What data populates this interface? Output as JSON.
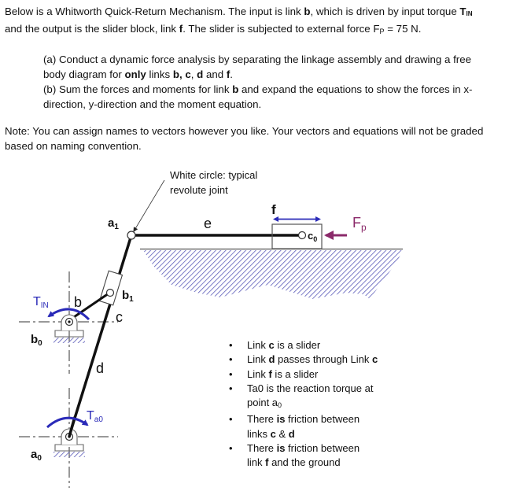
{
  "problem": {
    "intro_line1_a": "Below is a Whitworth Quick-Return Mechanism.  The input is link ",
    "intro_line1_b": "b",
    "intro_line1_c": ", which is driven by input torque ",
    "intro_line1_torque": "T",
    "intro_line1_torque_sub": "IN",
    "intro_line2_a": "and the output is the slider block, link ",
    "intro_line2_b": "f",
    "intro_line2_c": ".  The slider is subjected to external force F",
    "intro_line2_sub": "P",
    "intro_line2_d": " = 75 N.",
    "external_force_value": "75 N"
  },
  "parts": {
    "a_line1": "(a) Conduct a dynamic force analysis by separating the linkage assembly and drawing a free",
    "a_line2_a": "body diagram for ",
    "a_line2_only": "only",
    "a_line2_b": " links ",
    "a_line2_links1": "b, c",
    "a_line2_comma": ", ",
    "a_line2_d": "d",
    "a_line2_and": " and ",
    "a_line2_f": "f",
    "a_line2_end": ".",
    "b_line1_a": "(b) Sum the forces and moments for link ",
    "b_line1_b": "b",
    "b_line1_c": " and expand the equations to show the forces in x-",
    "b_line2": "direction, y-direction and the moment equation."
  },
  "note": {
    "line1": "Note: You can assign names to vectors however you like.  Your vectors and equations will not be graded",
    "line2": "based on naming convention."
  },
  "diagram": {
    "callout_line1": "White circle: typical",
    "callout_line2": "revolute joint",
    "labels": {
      "a1": "a",
      "a1_sub": "1",
      "e": "e",
      "f": "f",
      "c0": "c",
      "c0_sub": "0",
      "Fp": "F",
      "Fp_sub": "p",
      "b1": "b",
      "b1_sub": "1",
      "b": "b",
      "c": "c",
      "T_in": "T",
      "T_in_sub": "IN",
      "b0": "b",
      "b0_sub": "0",
      "d": "d",
      "T_a0": "T",
      "T_a0_sub": "a0",
      "a0": "a",
      "a0_sub": "0"
    },
    "colors": {
      "link": "#111111",
      "torque": "#2a2ab8",
      "force": "#8b2a6a",
      "hatch": "#5a5ab8",
      "motion_arrow": "#2a2ab8"
    }
  },
  "bullets": [
    {
      "pre": "Link ",
      "bold": "c",
      "post": " is a slider"
    },
    {
      "pre": "Link ",
      "bold": "d",
      "post": " passes through Link ",
      "bold2": "c"
    },
    {
      "pre": "Link ",
      "bold": "f",
      "post": " is a slider"
    },
    {
      "pre": "Ta0 is the reaction torque at",
      "line2_pre": "point a",
      "line2_sub": "0"
    },
    {
      "pre": "There ",
      "bold": "is",
      "post": " friction between",
      "line2_pre": "links ",
      "line2_bold": "c",
      "line2_mid": " & ",
      "line2_bold2": "d"
    },
    {
      "pre": "There ",
      "bold": "is",
      "post": " friction between",
      "line2_pre": "link ",
      "line2_bold": "f",
      "line2_post": " and the ground"
    }
  ],
  "bullet_glyph": "•"
}
